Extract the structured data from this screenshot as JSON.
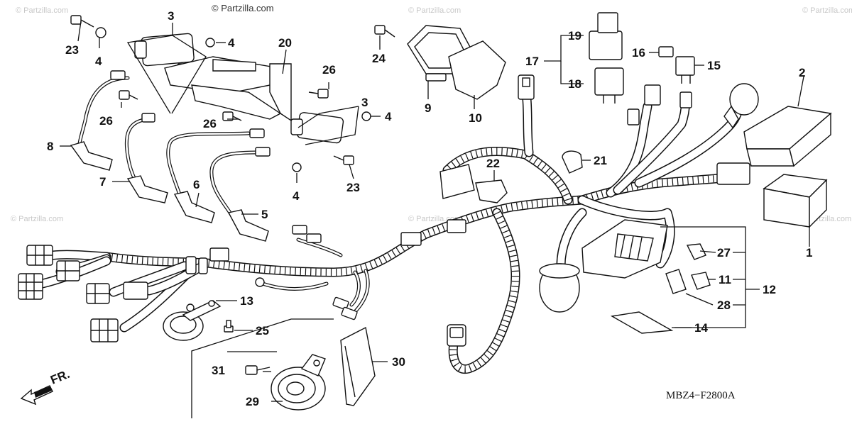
{
  "copyright": "© Partzilla.com",
  "watermark": "© Partzilla.com",
  "diagram_code": "MBZ4−F2800A",
  "front_label": "FR.",
  "callouts": {
    "c1": "1",
    "c2": "2",
    "c3a": "3",
    "c3b": "3",
    "c4a": "4",
    "c4b": "4",
    "c4c": "4",
    "c4d": "4",
    "c5": "5",
    "c6": "6",
    "c7": "7",
    "c8": "8",
    "c9": "9",
    "c10": "10",
    "c11": "11",
    "c12": "12",
    "c13": "13",
    "c14": "14",
    "c15": "15",
    "c16": "16",
    "c17": "17",
    "c18": "18",
    "c19": "19",
    "c20": "20",
    "c21": "21",
    "c22": "22",
    "c23a": "23",
    "c23b": "23",
    "c24": "24",
    "c25": "25",
    "c26a": "26",
    "c26b": "26",
    "c26c": "26",
    "c27": "27",
    "c28": "28",
    "c29": "29",
    "c30": "30",
    "c31": "31"
  }
}
